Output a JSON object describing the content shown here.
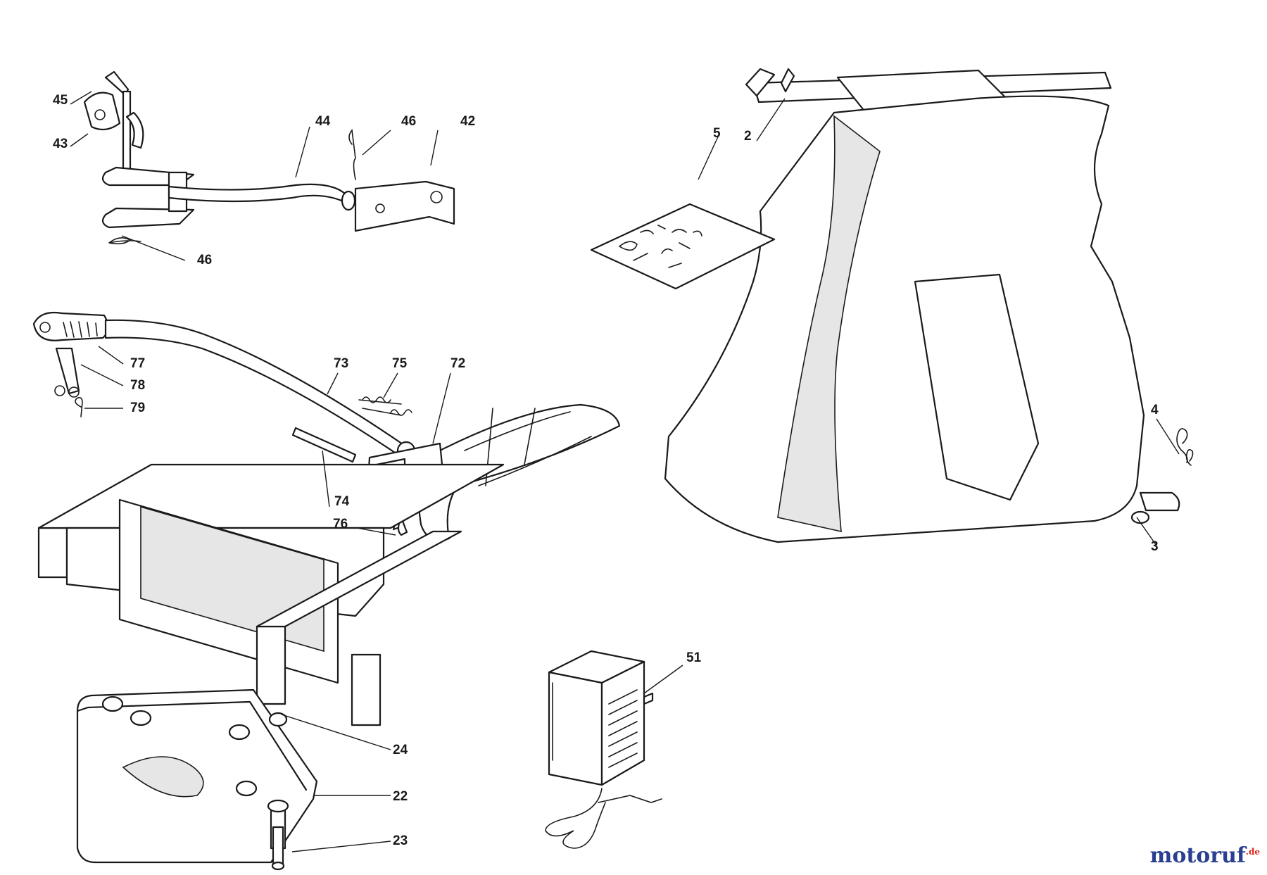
{
  "diagram": {
    "callouts": {
      "c45": "45",
      "c43": "43",
      "c44": "44",
      "c46a": "46",
      "c42": "42",
      "c46b": "46",
      "c77": "77",
      "c78": "78",
      "c79": "79",
      "c73": "73",
      "c75": "75",
      "c72": "72",
      "c74": "74",
      "c76": "76",
      "c5": "5",
      "c2": "2",
      "c4": "4",
      "c3": "3",
      "c51": "51",
      "c24": "24",
      "c22": "22",
      "c23": "23"
    }
  },
  "brand": {
    "name": "motoruf",
    "suffix": ".de",
    "colors": {
      "primary": "#2a3f8f",
      "accent": "#e2231a"
    }
  }
}
